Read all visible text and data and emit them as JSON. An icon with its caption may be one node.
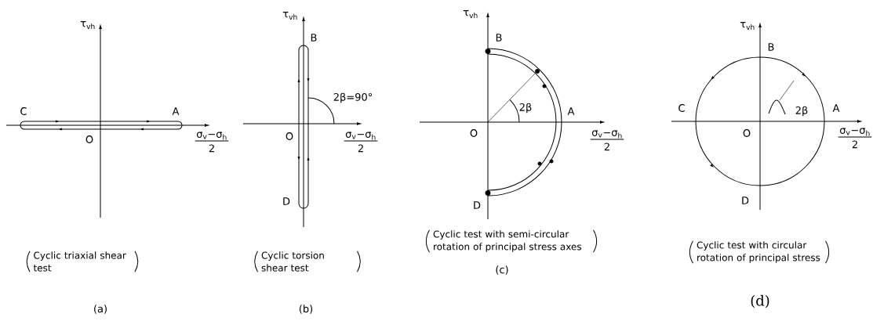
{
  "diagram": {
    "labels": [
      "τ$_{vh}$",
      "C",
      "A",
      "O",
      "σ$_{v}$−σ$_{h}$",
      "2",
      "Cyclic triaxial shear test",
      "(a)",
      "τ$_{vh}$",
      "B",
      "O",
      "D",
      "2β=90°",
      "σ$_{v}$−σ$_{h}$",
      "2",
      "Cyclic torsion shear test",
      "(b)",
      "τ$_{vh}$",
      "B",
      "2β",
      "A",
      "O",
      "D",
      "σ$_{v}$−σ$_{h}$",
      "2",
      "Cyclic test with semi-circular rotation of principal stress axes",
      "(c)",
      "τ$_{vh}$",
      "B",
      "C",
      "2β",
      "A",
      "O",
      "D",
      "σ$_{v}$−σ$_{h}$",
      "2",
      "Cyclic test with circular rotation of principal stress",
      "(d)"
    ]
  }
}
